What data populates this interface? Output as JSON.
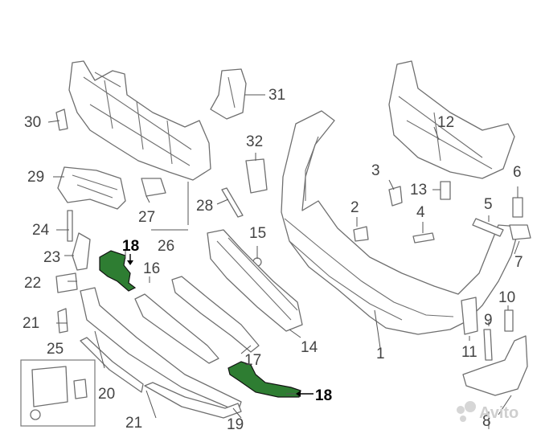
{
  "diagram": {
    "labels": {
      "l1": "1",
      "l2": "2",
      "l3": "3",
      "l4": "4",
      "l5": "5",
      "l6": "6",
      "l7": "7",
      "l8": "8",
      "l9": "9",
      "l10": "10",
      "l11": "11",
      "l12": "12",
      "l13": "13",
      "l14": "14",
      "l15": "15",
      "l16": "16",
      "l17": "17",
      "l18a": "18",
      "l18b": "18",
      "l19": "19",
      "l20": "20",
      "l21a": "21",
      "l21b": "21",
      "l22": "22",
      "l23": "23",
      "l24": "24",
      "l25": "25",
      "l26": "26",
      "l27": "27",
      "l28": "28",
      "l29": "29",
      "l30": "30",
      "l31": "31",
      "l32": "32"
    },
    "highlight_color": "#2e7d32",
    "watermark": "Avito"
  }
}
